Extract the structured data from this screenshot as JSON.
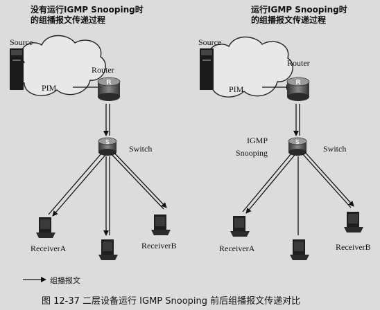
{
  "left_title": [
    "没有运行IGMP Snooping时",
    "的组播报文传递过程"
  ],
  "right_title": [
    "运行IGMP Snooping时",
    "的组播报文传递过程"
  ],
  "labels": {
    "source": "Source",
    "pim": "PIM",
    "router": "Router",
    "router_icon": "R",
    "switch": "Switch",
    "switch_icon": "S",
    "igmp": "IGMP",
    "snooping": "Snooping",
    "receiver_a": "ReceiverA",
    "receiver_b": "ReceiverB"
  },
  "legend": "组播报文",
  "caption": "图 12-37   二层设备运行 IGMP Snooping 前后组播报文传递对比"
}
